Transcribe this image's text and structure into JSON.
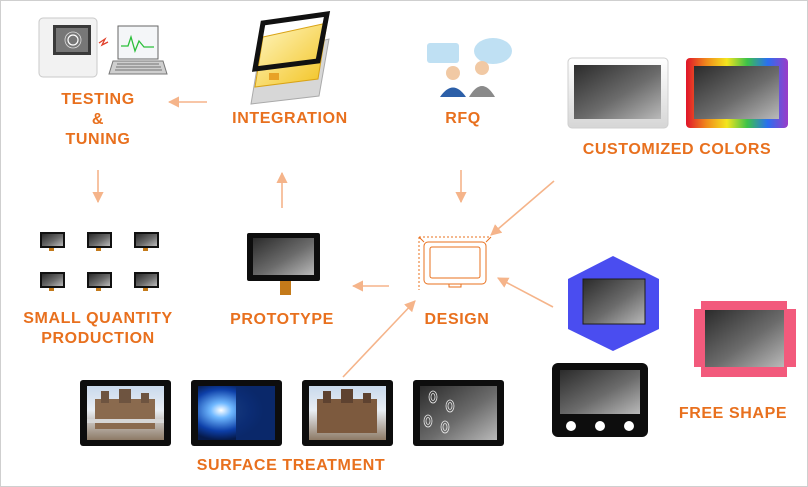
{
  "labels": {
    "testing_tuning": [
      "TESTING",
      "&",
      "TUNING"
    ],
    "integration": "INTEGRATION",
    "rfq": "RFQ",
    "customized_colors": "CUSTOMIZED COLORS",
    "small_quantity_production": [
      "SMALL QUANTITY",
      "PRODUCTION"
    ],
    "prototype": "PROTOTYPE",
    "design": "DESIGN",
    "free_shape": "FREE SHAPE",
    "surface_treatment": "SURFACE TREATMENT"
  },
  "colors": {
    "label": "#e8701e",
    "arrow": "#f5b48a",
    "hexagon": "#4a4df0",
    "pink_frame": "#f25a7c",
    "bezel": "#0d0d0d"
  },
  "icons": [
    "touch-tester-icon",
    "laptop-oscilloscope-icon",
    "stacked-panels-icon",
    "people-chat-icon",
    "design-sketch-icon"
  ]
}
